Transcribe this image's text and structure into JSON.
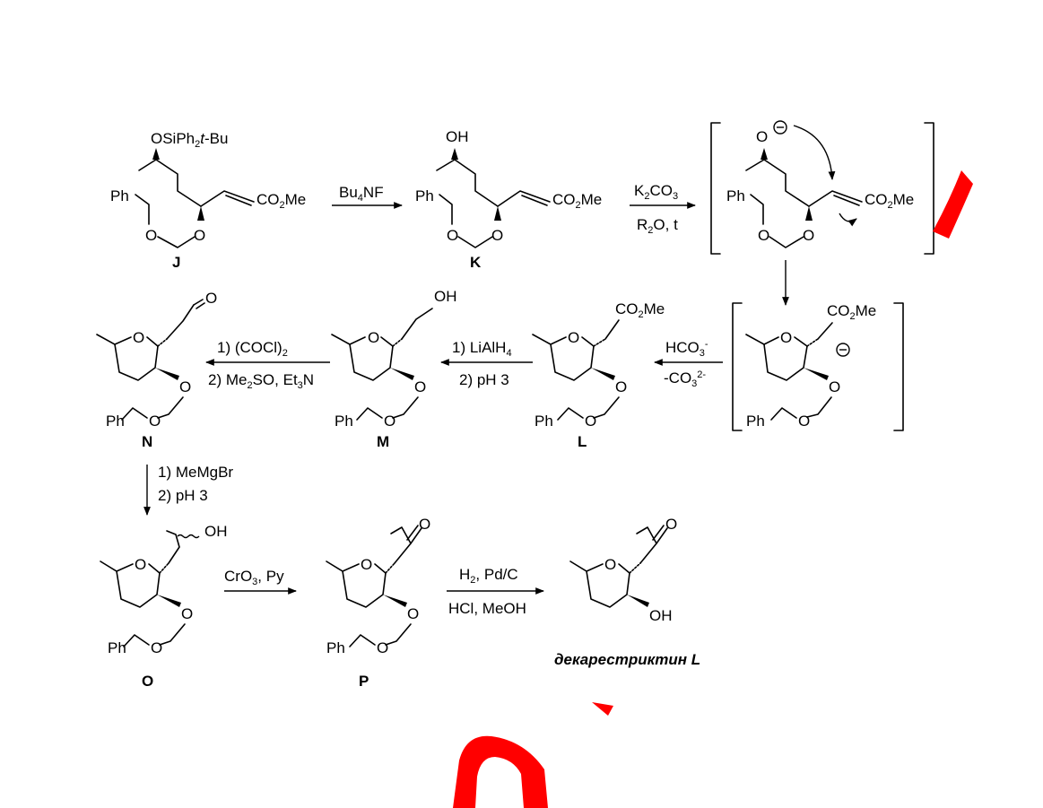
{
  "scheme": {
    "compounds": {
      "J": {
        "label": "J",
        "protecting_group": "OSiPh2t-Bu",
        "ester": "CO2Me",
        "ph": "Ph",
        "o_ring": "O",
        "o_chain": "O"
      },
      "K": {
        "label": "K",
        "hydroxyl": "OH",
        "ester": "CO2Me",
        "ph": "Ph",
        "o_ring": "O",
        "o_chain": "O"
      },
      "intermediate1": {
        "alkoxide": "O",
        "ester": "CO2Me",
        "ph": "Ph",
        "o_ring": "O",
        "o_chain": "O"
      },
      "intermediate2": {
        "ester": "CO2Me",
        "ring_o": "O",
        "ph": "Ph",
        "o_chain": "O",
        "o_ring": "O"
      },
      "L": {
        "label": "L",
        "ester": "CO2Me",
        "ring_o": "O",
        "ph": "Ph",
        "o_chain": "O",
        "o_ring": "O"
      },
      "M": {
        "label": "M",
        "hydroxyl": "OH",
        "ring_o": "O",
        "ph": "Ph",
        "o_chain": "O",
        "o_ring": "O"
      },
      "N": {
        "label": "N",
        "aldehyde_o": "O",
        "ring_o": "O",
        "ph": "Ph",
        "o_chain": "O",
        "o_ring": "O"
      },
      "O": {
        "label": "O",
        "hydroxyl": "OH",
        "ring_o": "O",
        "ph": "Ph",
        "o_chain": "O",
        "o_ring": "O"
      },
      "P": {
        "label": "P",
        "ketone_o": "O",
        "ring_o": "O",
        "ph": "Ph",
        "o_chain": "O",
        "o_ring": "O"
      },
      "product": {
        "label": "декарестриктин L",
        "ketone_o": "O",
        "ring_o": "O",
        "hydroxyl": "OH"
      }
    },
    "reagents": {
      "J_to_K": {
        "top": "Bu4NF",
        "bottom": ""
      },
      "K_to_int": {
        "top": "K2CO3",
        "bottom": "R2O, t"
      },
      "int_to_L": {
        "top": "HCO3-",
        "bottom": "-CO32-"
      },
      "L_to_M": {
        "top": "1) LiAlH4",
        "bottom": "2) pH 3"
      },
      "M_to_N": {
        "top": "1) (COCl)2",
        "bottom": "2) Me2SO, Et3N"
      },
      "N_to_O": {
        "top": "1) MeMgBr",
        "bottom": "2) pH 3"
      },
      "O_to_P": {
        "top": "CrO3, Py",
        "bottom": ""
      },
      "P_to_product": {
        "top": "H2, Pd/C",
        "bottom": "HCl, MeOH"
      }
    },
    "colors": {
      "ink": "#000000",
      "watermark": "#ff0000"
    }
  }
}
